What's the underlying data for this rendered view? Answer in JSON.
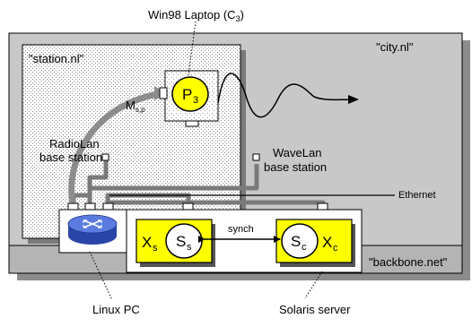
{
  "labels": {
    "laptop": "Win98 Laptop (C",
    "laptop_sub": "3",
    "laptop_close": ")",
    "city": "\"city.nl\"",
    "station": "\"station.nl\"",
    "msp_main": "M",
    "msp_sub": "s,p",
    "radiolan_1": "RadioLan",
    "radiolan_2": "base station",
    "wavelan_1": "WaveLan",
    "wavelan_2": "base station",
    "ethernet": "Ethernet",
    "synch": "synch",
    "backbone": "\"backbone.net\"",
    "linux": "Linux PC",
    "solaris": "Solaris server"
  },
  "nodes": {
    "p3_main": "P",
    "p3_sub": "3",
    "xs_main": "X",
    "xs_sub": "s",
    "ss_main": "S",
    "ss_sub": "s",
    "sc_main": "S",
    "sc_sub": "c",
    "xc_main": "X",
    "xc_sub": "c"
  },
  "colors": {
    "node_fill": "#ffff00",
    "city_fill": "#c8c8c8",
    "backbone_fill": "#b4b4b4",
    "router_fill": "#4a6fd8"
  }
}
